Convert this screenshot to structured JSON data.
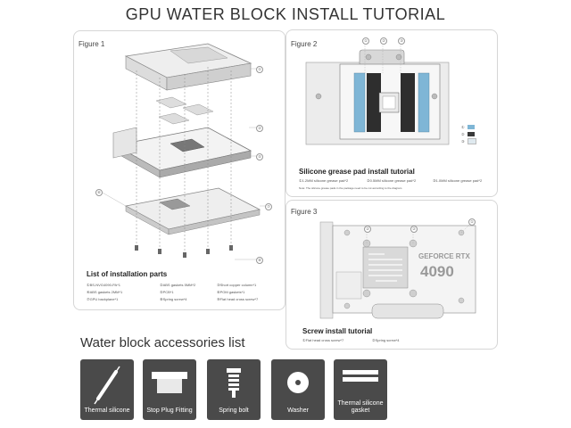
{
  "title": "GPU WATER BLOCK INSTALL TUTORIAL",
  "figure1": {
    "label": "Figure 1",
    "parts_title": "List of installation parts",
    "parts": [
      "①BS-NVG4090-PA*1",
      "②ABS gaskets 5MM*2",
      "③Short copper column*1",
      "④ABS gaskets 2MM*1",
      "⑤PCB*1",
      "⑥POM gaskets*1",
      "⑦GPU backplane*1",
      "⑧Spring screw*4",
      "⑨Flat head cross screw*7"
    ]
  },
  "figure2": {
    "label": "Figure 2",
    "caption": "Silicone grease pad install tutorial",
    "items": [
      "①1.2MM silicone grease pad*2",
      "②0.5MM silicone grease pad*2",
      "③1.0MM silicone grease pad*2"
    ],
    "note": "Note: The silicone grease pads in the package need to be cut according to the diagram",
    "legend": [
      {
        "num": "①",
        "color": "#7fb6d6"
      },
      {
        "num": "②",
        "color": "#3a3a3a"
      },
      {
        "num": "③",
        "color": "#dfe9ef"
      }
    ]
  },
  "figure3": {
    "label": "Figure 3",
    "caption": "Screw install tutorial",
    "items": [
      "①Flat head cross screw*7",
      "②Spring screw*4"
    ],
    "card_brand": "GEFORCE RTX",
    "card_model": "4090"
  },
  "accessories": {
    "title": "Water block accessories list",
    "items": [
      {
        "label": "Thermal silicone",
        "icon": "syringe-icon"
      },
      {
        "label": "Stop Plug Fitting",
        "icon": "plug-icon"
      },
      {
        "label": "Spring bolt",
        "icon": "spring-bolt-icon"
      },
      {
        "label": "Washer",
        "icon": "washer-icon"
      },
      {
        "label": "Thermal silicone gasket",
        "icon": "gasket-icon"
      }
    ]
  }
}
